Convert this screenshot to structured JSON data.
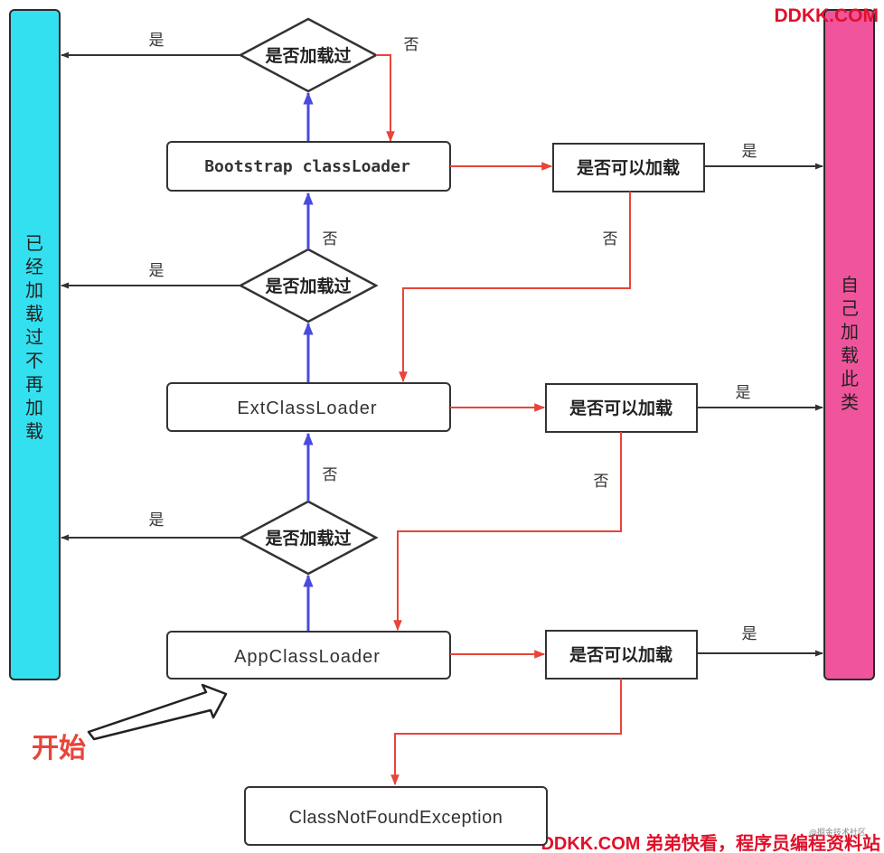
{
  "watermark_top": "DDKK.COM",
  "watermark_bottom": "DDKK.COM 弟弟快看，程序员编程资料站",
  "credit": "@掘金技术社区",
  "left_bar_text": "已经加载过不再加载",
  "right_bar_text": "自己加载此类",
  "start_label": "开始",
  "loaders": {
    "bootstrap": "Bootstrap classLoader",
    "ext": "ExtClassLoader",
    "app": "AppClassLoader",
    "exception": "ClassNotFoundException"
  },
  "decision_loaded": "是否加载过",
  "decision_can_load": "是否可以加载",
  "yes": "是",
  "no": "否",
  "colors": {
    "left_bar": "#33e0f0",
    "right_bar": "#f0549c",
    "red_arrow": "#e8443a",
    "blue_arrow": "#4a4adf",
    "black_arrow": "#333333",
    "watermark": "#e0102a"
  }
}
